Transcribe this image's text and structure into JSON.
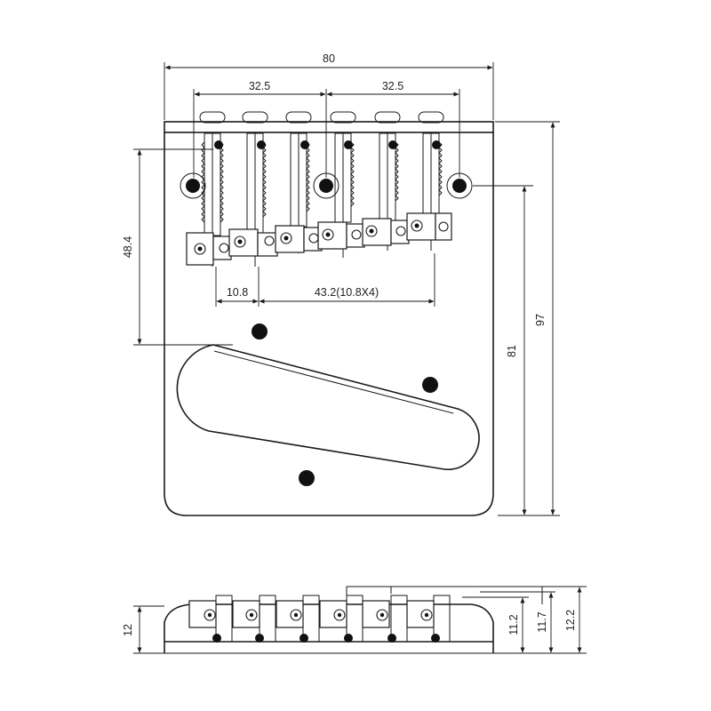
{
  "dimensions": {
    "overall_width": "80",
    "string_spacing_left": "32.5",
    "string_spacing_right": "32.5",
    "saddle_offset": "48.4",
    "first_saddle_spacing": "10.8",
    "saddle_spacing_total": "43.2(10.8X4)",
    "plate_length": "81",
    "overall_length": "97",
    "side_height": "12",
    "height_a": "11.2",
    "height_b": "11.7",
    "height_c": "12.2"
  }
}
